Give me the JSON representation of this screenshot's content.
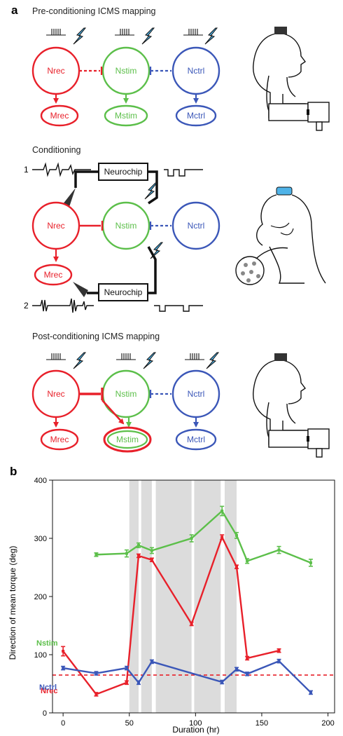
{
  "panel_a": {
    "letter": "a",
    "section1_title": "Pre-conditioning ICMS mapping",
    "section2_title": "Conditioning",
    "section3_title": "Post-conditioning ICMS mapping",
    "nodes": {
      "nrec": "Nrec",
      "nstim": "Nstim",
      "nctrl": "Nctrl",
      "mrec": "Mrec",
      "mstim": "Mstim",
      "mctrl": "Mctrl"
    },
    "neurochip": "Neurochip",
    "pathway1": "1",
    "pathway2": "2",
    "colors": {
      "rec": "#e8202a",
      "stim": "#5cbf4a",
      "ctrl": "#3b57b8",
      "bolt": "#4fb3e8"
    }
  },
  "panel_b": {
    "letter": "b",
    "series_labels": {
      "nstim": "Nstim",
      "nrec": "Nrec",
      "nctrl": "Nctrl"
    },
    "chart_data": {
      "type": "line",
      "xlabel": "Duration (hr)",
      "ylabel": "Direction of mean torque (deg)",
      "xlim": [
        -8,
        205
      ],
      "ylim": [
        0,
        400
      ],
      "xticks": [
        0,
        50,
        100,
        150,
        200
      ],
      "yticks": [
        0,
        100,
        200,
        300,
        400
      ],
      "conditioning_bands": [
        [
          50,
          57
        ],
        [
          59,
          67
        ],
        [
          70,
          97
        ],
        [
          99,
          119
        ],
        [
          122,
          131
        ]
      ],
      "reference_line": 65,
      "series": [
        {
          "name": "Nstim",
          "color": "#5cbf4a",
          "x": [
            25,
            48,
            57,
            67,
            97,
            120,
            131,
            139,
            163,
            187
          ],
          "y": [
            272,
            274,
            288,
            279,
            300,
            347,
            305,
            261,
            280,
            258
          ],
          "err": [
            3,
            6,
            4,
            5,
            6,
            8,
            5,
            4,
            6,
            6
          ]
        },
        {
          "name": "Nrec",
          "color": "#e8202a",
          "x": [
            0,
            25,
            48,
            57,
            67,
            97,
            120,
            131,
            139,
            163
          ],
          "y": [
            106,
            32,
            52,
            270,
            263,
            153,
            302,
            251,
            94,
            107
          ],
          "err": [
            8,
            3,
            3,
            3,
            3,
            3,
            4,
            3,
            3,
            3
          ]
        },
        {
          "name": "Nctrl",
          "color": "#3b57b8",
          "x": [
            0,
            25,
            48,
            57,
            67,
            120,
            131,
            139,
            163,
            187
          ],
          "y": [
            77,
            68,
            77,
            52,
            88,
            53,
            75,
            67,
            89,
            35
          ],
          "err": [
            3,
            3,
            3,
            3,
            3,
            3,
            3,
            3,
            3,
            3
          ]
        }
      ]
    }
  }
}
